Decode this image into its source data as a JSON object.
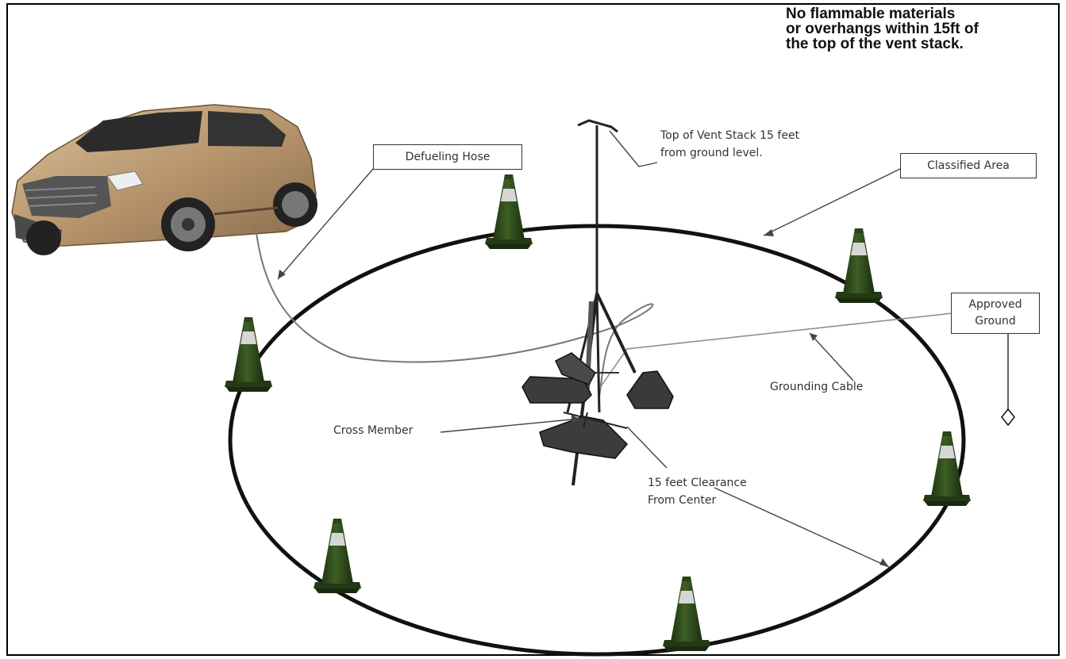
{
  "warning": {
    "line1": "No flammable materials",
    "line2": "or overhangs within 15ft of",
    "line3": "the top of the vent stack."
  },
  "labels": {
    "vent_top_line1": "Top of Vent Stack 15 feet",
    "vent_top_line2": "from ground level.",
    "defueling_hose": "Defueling Hose",
    "classified_area": "Classified Area",
    "approved_ground_line1": "Approved",
    "approved_ground_line2": "Ground",
    "grounding_cable": "Grounding Cable",
    "cross_member": "Cross Member",
    "clearance_line1": "15 feet Clearance",
    "clearance_line2": "From Center"
  },
  "colors": {
    "cone": "#2e4a1c",
    "cone_stripe": "#d8d8d8",
    "vehicle": "#c2a27c",
    "outline": "#111111"
  }
}
